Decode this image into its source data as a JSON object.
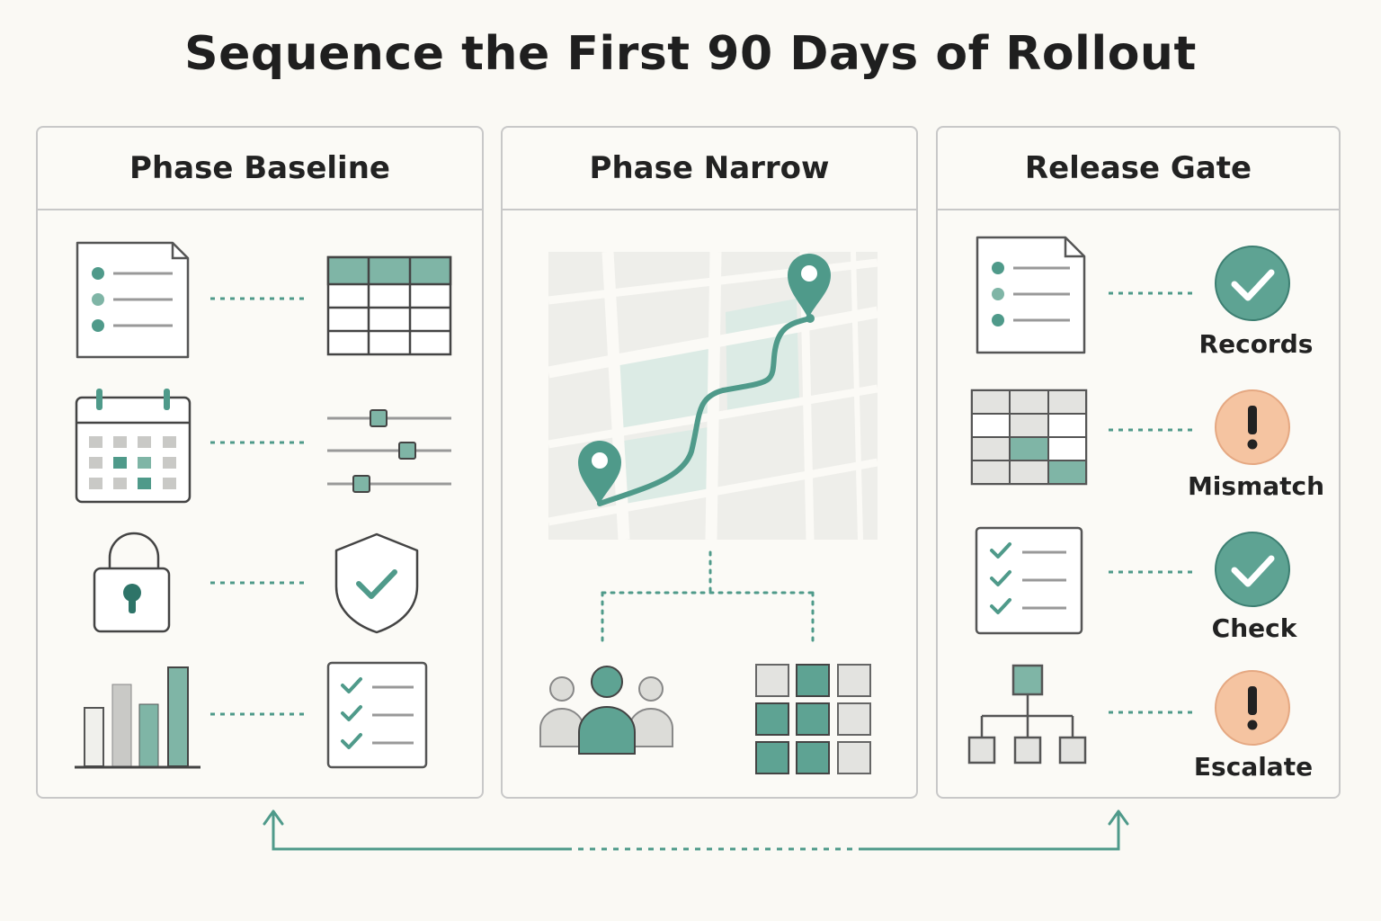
{
  "title": "Sequence the First 90 Days of Rollout",
  "colors": {
    "accent": "#4f9a8a",
    "accent_light": "#7fb5a6",
    "warn": "#f5c4a1",
    "line": "#555555",
    "cell_gray": "#e3e3e0"
  },
  "phases": [
    {
      "heading": "Phase Baseline",
      "rows": [
        {
          "left_icon": "document-list-icon",
          "right_icon": "table-icon"
        },
        {
          "left_icon": "calendar-icon",
          "right_icon": "sliders-icon"
        },
        {
          "left_icon": "lock-icon",
          "right_icon": "shield-check-icon"
        },
        {
          "left_icon": "bar-chart-icon",
          "right_icon": "checklist-icon"
        }
      ]
    },
    {
      "heading": "Phase Narrow",
      "icons": [
        "route-map-icon",
        "team-icon",
        "grid-icon"
      ]
    },
    {
      "heading": "Release Gate",
      "rows": [
        {
          "left_icon": "document-list-icon",
          "status_icon": "check-circle-icon",
          "status": "Records"
        },
        {
          "left_icon": "table-highlight-icon",
          "status_icon": "alert-circle-icon",
          "status": "Mismatch"
        },
        {
          "left_icon": "checklist-icon",
          "status_icon": "check-circle-icon",
          "status": "Check"
        },
        {
          "left_icon": "hierarchy-icon",
          "status_icon": "alert-circle-icon",
          "status": "Escalate"
        }
      ]
    }
  ]
}
